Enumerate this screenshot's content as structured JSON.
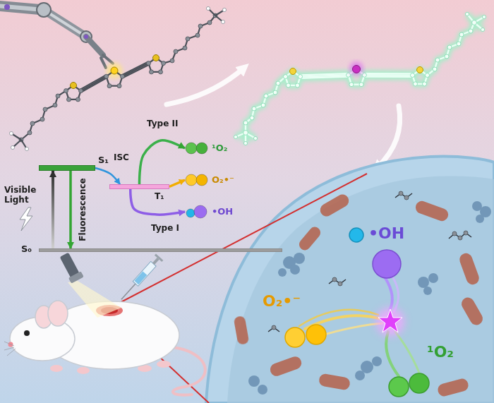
{
  "diagram": {
    "nodes": [
      {
        "text": [
          "S₁"
        ]
      },
      {
        "text": [
          "T₁"
        ]
      },
      {
        "text": [
          "S₀"
        ]
      },
      {
        "text": [
          "¹O₂"
        ]
      },
      {
        "text": [
          "O₂•⁻"
        ]
      },
      {
        "text": [
          "•OH"
        ]
      }
    ],
    "edges": [
      {
        "from": 2,
        "to": 0,
        "arrow": "to"
      },
      {
        "from": 0,
        "to": 2,
        "arrow": "to",
        "label": "Fluorescence"
      },
      {
        "from": 0,
        "to": 1,
        "arrow": "to",
        "label": "ISC"
      },
      {
        "from": 1,
        "to": 3,
        "arrow": "to",
        "label": "Type II"
      },
      {
        "from": 1,
        "to": 4,
        "arrow": "to"
      },
      {
        "from": 1,
        "to": 5,
        "arrow": "to",
        "label": "Type I"
      }
    ],
    "labels": [
      "Visible Light",
      "O₂•⁻",
      "•OH",
      "¹O₂"
    ]
  }
}
